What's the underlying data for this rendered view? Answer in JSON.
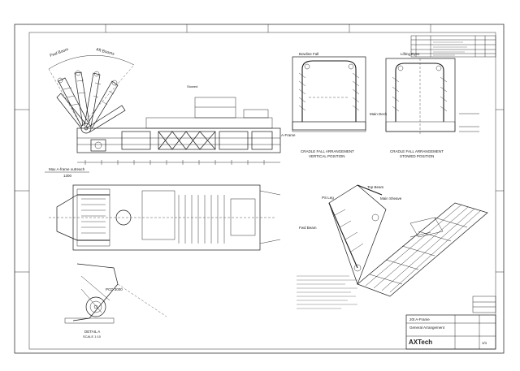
{
  "main_view": {
    "top_labels": [
      "Fwd Boom",
      "Aft Booms",
      "Stowed"
    ],
    "bottom_label": "Max A-frame outreach",
    "dim": "1300"
  },
  "section_views": {
    "left": {
      "caption_1": "CRADLE FALL ARRANGEMENT",
      "caption_2": "VERTICAL POSITION",
      "labels": [
        "Bowline Fall",
        "A-Frame"
      ]
    },
    "right": {
      "caption_1": "CRADLE FALL ARRANGEMENT",
      "caption_2": "STOWED POSITION",
      "labels": [
        "Lifting Eyes",
        "Main Deck"
      ]
    }
  },
  "plan_view": {
    "labels": [
      "PCD 3000",
      "DETAIL A"
    ],
    "scale": "SCALE 1:10"
  },
  "iso_view": {
    "labels": [
      "PS Leg",
      "Top Beam",
      "Main Sheave",
      "Fwd Beam"
    ]
  },
  "revision_table": {
    "rows": 4
  },
  "title_block": {
    "company": "AXTech",
    "title": "20t A-Frame",
    "subtitle": "General Arrangement",
    "sheet": "1/1"
  }
}
